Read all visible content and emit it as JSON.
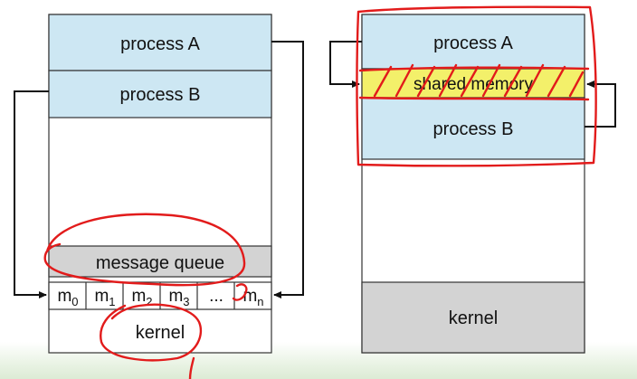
{
  "left_diagram": {
    "process_a": "process A",
    "process_b": "process B",
    "message_queue": "message queue",
    "messages": [
      {
        "base": "m",
        "sub": "0"
      },
      {
        "base": "m",
        "sub": "1"
      },
      {
        "base": "m",
        "sub": "2"
      },
      {
        "base": "m",
        "sub": "3"
      },
      {
        "base": "...",
        "sub": ""
      },
      {
        "base": "m",
        "sub": "n"
      }
    ],
    "kernel": "kernel"
  },
  "right_diagram": {
    "process_a": "process A",
    "shared_memory": "shared memory",
    "process_b": "process B",
    "kernel": "kernel"
  },
  "colors": {
    "process_fill": "#cde7f3",
    "queue_fill": "#d3d3d3",
    "kernel_fill_right": "#d3d3d3",
    "shared_memory_fill": "#f3f06a",
    "annotation_red": "#e21b1b",
    "outline": "#333333"
  }
}
